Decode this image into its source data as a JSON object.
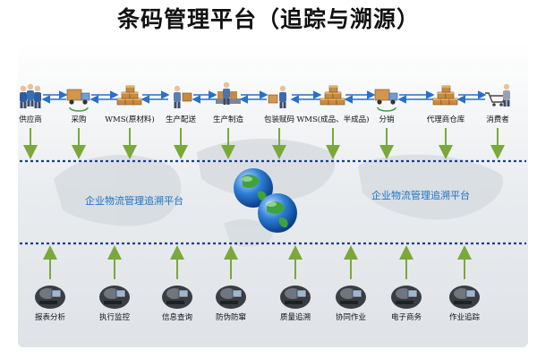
{
  "title": "条码管理平台（追踪与溯源）",
  "chain_nodes": [
    {
      "label": "供应商",
      "icon": "supplier-people-icon"
    },
    {
      "label": "采购",
      "icon": "purchase-truck-icon"
    },
    {
      "label": "WMS(原材料)",
      "icon": "boxes-icon"
    },
    {
      "label": "生产配送",
      "icon": "worker-icon"
    },
    {
      "label": "生产制造",
      "icon": "production-icon"
    },
    {
      "label": "包装赋码",
      "icon": "packing-icon"
    },
    {
      "label": "WMS(成品、半成品)",
      "icon": "boxes-icon"
    },
    {
      "label": "分销",
      "icon": "distribution-truck-icon"
    },
    {
      "label": "代理商仓库",
      "icon": "boxes-icon"
    },
    {
      "label": "消费者",
      "icon": "consumer-cart-icon"
    }
  ],
  "platform_labels": [
    "企业物流管理追溯平台",
    "企业物流管理追溯平台"
  ],
  "functions": [
    {
      "label": "报表分析",
      "icon": "computer-user-icon"
    },
    {
      "label": "执行监控",
      "icon": "computer-user-icon"
    },
    {
      "label": "信息查询",
      "icon": "computer-user-icon"
    },
    {
      "label": "防伪防窜",
      "icon": "computer-user-icon"
    },
    {
      "label": "质量追溯",
      "icon": "computer-user-icon"
    },
    {
      "label": "协同作业",
      "icon": "computer-user-icon"
    },
    {
      "label": "电子商务",
      "icon": "computer-user-icon"
    },
    {
      "label": "作业追踪",
      "icon": "computer-user-icon"
    }
  ],
  "colors": {
    "arrow_blue": "#2a6fc9",
    "arrow_green": "#7aa83a",
    "dashed_line": "#1a3f8f",
    "platform_text": "#1d73c4",
    "globe_blue": "#2d7fd6",
    "globe_green": "#3fa33b"
  }
}
